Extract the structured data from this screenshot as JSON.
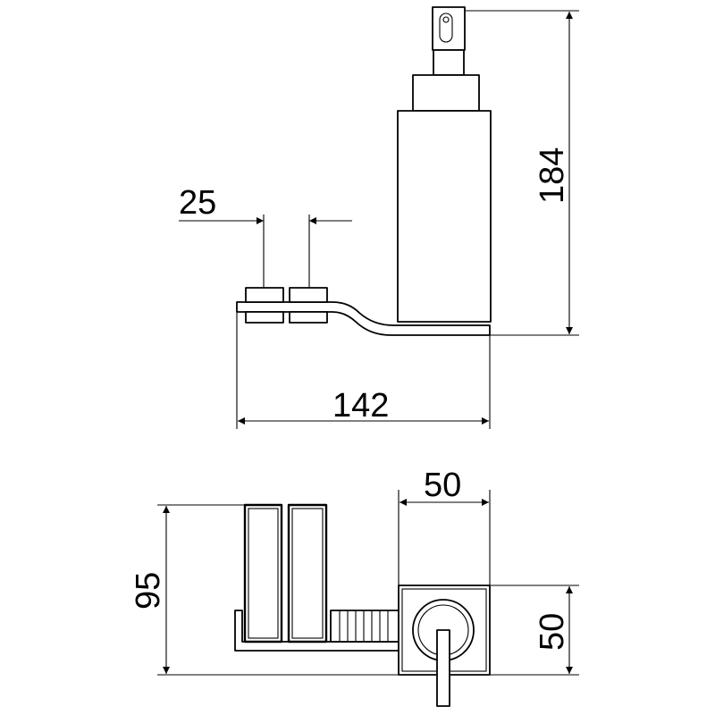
{
  "dimensions": {
    "holder_spacing": "25",
    "total_length": "142",
    "total_height": "184",
    "top_depth": "95",
    "dispenser_width": "50",
    "dispenser_depth": "50"
  },
  "colors": {
    "line": "#000000",
    "background": "#ffffff"
  }
}
